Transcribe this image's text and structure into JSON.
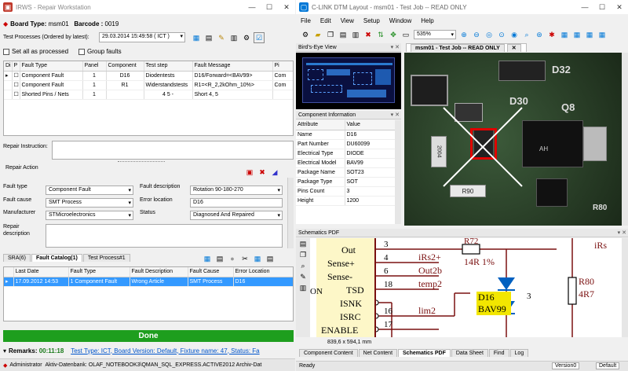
{
  "left_window": {
    "title": "IRWS - Repair Workstation",
    "board_type_label": "Board Type:",
    "board_type_value": "msm01",
    "barcode_label": "Barcode :",
    "barcode_value": "0019",
    "test_processes_label": "Test Processes (Ordered by latest):",
    "test_process_selected": "29.03.2014 15:49:58 ( ICT )",
    "set_all_processed": "Set all as processed",
    "group_faults": "Group faults",
    "fault_table": {
      "headers": [
        "Di",
        "P",
        "Fault Type",
        "Panel",
        "Component",
        "Test step",
        "Fault Message",
        "Pi"
      ],
      "rows": [
        [
          "",
          "",
          "Component Fault",
          "1",
          "D16",
          "Diodentests",
          "D16/Forward=<BAV99>",
          "Com"
        ],
        [
          "",
          "",
          "Component Fault",
          "1",
          "R1",
          "Widerstandstests",
          "R1=<R_2,2kOhm_10%>",
          "Com"
        ],
        [
          "",
          "",
          "Shorted Pins / Nets",
          "1",
          "",
          "4 5 -",
          "Short  4, 5",
          ""
        ]
      ]
    },
    "repair_instruction_label": "Repair Instruction:",
    "repair_action_label": "Repair Action",
    "fault_type_label": "Fault type",
    "fault_type_value": "Component Fault",
    "fault_cause_label": "Fault cause",
    "fault_cause_value": "SMT Process",
    "manufacturer_label": "Manufacturer",
    "manufacturer_value": "STMicroelectronics",
    "repair_desc_label1": "Repair",
    "repair_desc_label2": "description",
    "fault_desc_label": "Fault description",
    "fault_desc_value": "Rotation 90-180-270",
    "error_location_label": "Error location",
    "error_location_value": "D16",
    "status_label": "Status",
    "status_value": "Diagnosed And Repaired",
    "tabs": [
      "SRA(6)",
      "Fault Catalog(1)",
      "Test Process#1"
    ],
    "catalog_table": {
      "headers": [
        "Last Date",
        "Fault Type",
        "Fault Description",
        "Fault Cause",
        "Error Location"
      ],
      "rows": [
        [
          "17.09.2012 14:53",
          "1 Component Fault",
          "Wrong Article",
          "SMT Process",
          "D16"
        ]
      ]
    },
    "done_label": "Done",
    "remarks_label": "Remarks:",
    "remarks_time": "00:11:18",
    "remarks_info": "Test Type: ICT, Board Version: Default, Fixture name: 47, Status: Fa",
    "status_user": "Administrator",
    "status_db": "Aktiv-Datenbank: OLAF_NOTEBOOK3\\QMAN_SQL_EXPRESS.ACTIVE2012  Archiv-Dat"
  },
  "right_window": {
    "title": "C-LINK DTM Layout - msm01 - Test Job -- READ ONLY",
    "menu": [
      "File",
      "Edit",
      "View",
      "Setup",
      "Window",
      "Help"
    ],
    "zoom": "535%",
    "birds_eye_title": "Bird's-Eye View",
    "doc_tab": "msm01 - Test Job -- READ ONLY",
    "component_info_title": "Component Information",
    "ci_headers": [
      "Attribute",
      "Value"
    ],
    "ci_rows": [
      [
        "Name",
        "D16"
      ],
      [
        "Part Number",
        "DU60099"
      ],
      [
        "Electrical Type",
        "DIODE"
      ],
      [
        "Electrical Model",
        "BAV99"
      ],
      [
        "Package Name",
        "SOT23"
      ],
      [
        "Package Type",
        "SOT"
      ],
      [
        "Pins Count",
        "3"
      ],
      [
        "Height",
        "1200"
      ]
    ],
    "board_labels": [
      "D32",
      "D30",
      "Q8",
      "2004",
      "R90",
      "AH",
      "R80"
    ],
    "schematic_title": "Schematics PDF",
    "schematic_dims": "839,6 x 594,1 mm",
    "schematic_pins": [
      [
        "Out",
        "3",
        "Out"
      ],
      [
        "Sense+",
        "4",
        "iRs2+"
      ],
      [
        "Sense-",
        "6",
        "Out2b"
      ],
      [
        "TSD",
        "18",
        "temp2"
      ],
      [
        "ISNK",
        "",
        ""
      ],
      [
        "ISRC",
        "16",
        "lim2"
      ],
      [
        "ENABLE",
        "17",
        ""
      ]
    ],
    "schematic_parts": [
      "R72",
      "14R 1%",
      "D16",
      "BAV99",
      "R80",
      "4R7",
      "3",
      "iRs",
      "ON"
    ],
    "bottom_tabs": [
      "Component Content",
      "Net Content",
      "Schematics PDF",
      "Data Sheet",
      "Find",
      "Log"
    ],
    "status_ready": "Ready",
    "status_version": "Version0",
    "status_default": "Default"
  },
  "colors": {
    "accent": "#0078d7",
    "done": "#1e9e1e",
    "selected_row": "#3399ff",
    "component_outline": "#e00000"
  }
}
